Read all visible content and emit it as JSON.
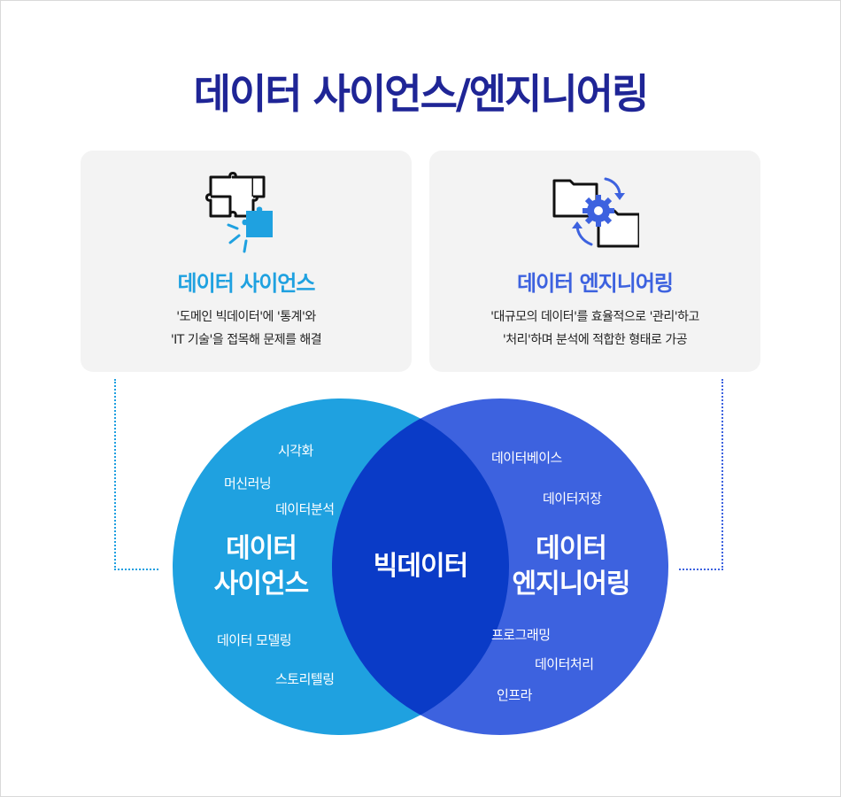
{
  "title": "데이터 사이언스/엔지니어링",
  "colors": {
    "title": "#1f2596",
    "science": "#1fa1e0",
    "engineering": "#3d62df",
    "overlap": "#0a3bc7",
    "card_bg": "#f3f3f3"
  },
  "science_card": {
    "icon": "puzzle-icon",
    "title": "데이터 사이언스",
    "desc_line1": "'도메인 빅데이터'에 '통계'와",
    "desc_line2": "'IT 기술'을 접목해 문제를 해결"
  },
  "engineering_card": {
    "icon": "folder-sync-gear-icon",
    "title": "데이터 엔지니어링",
    "desc_line1": "'대규모의 데이터'를 효율적으로 '관리'하고",
    "desc_line2": "'처리'하며 분석에 적합한 형태로 가공"
  },
  "venn": {
    "left_title_line1": "데이터",
    "left_title_line2": "사이언스",
    "center_title": "빅데이터",
    "right_title_line1": "데이터",
    "right_title_line2": "엔지니어링",
    "left_items": [
      "시각화",
      "머신러닝",
      "데이터분석",
      "데이터 모델링",
      "스토리텔링"
    ],
    "right_items": [
      "데이터베이스",
      "데이터저장",
      "프로그래밍",
      "데이터처리",
      "인프라"
    ]
  }
}
